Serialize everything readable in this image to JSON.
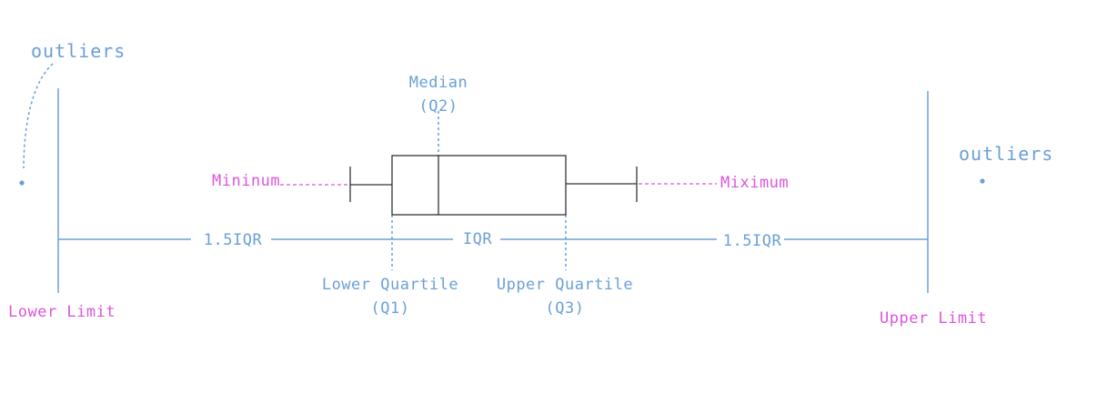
{
  "labels": {
    "outliers_left": "outliers",
    "outliers_right": "outliers",
    "median_line1": "Median",
    "median_line2": "(Q2)",
    "minimum": "Mininum",
    "maximum": "Miximum",
    "lower_iqr": "1.5IQR",
    "iqr": "IQR",
    "upper_iqr": "1.5IQR",
    "q1_line1": "Lower Quartile",
    "q1_line2": "(Q1)",
    "q3_line1": "Upper Quartile",
    "q3_line2": "(Q3)",
    "lower_limit": "Lower Limit",
    "upper_limit": "Upper Limit"
  },
  "colors": {
    "blue": "#6a9fd8",
    "pink": "#dd55dd",
    "box": "#333333"
  }
}
